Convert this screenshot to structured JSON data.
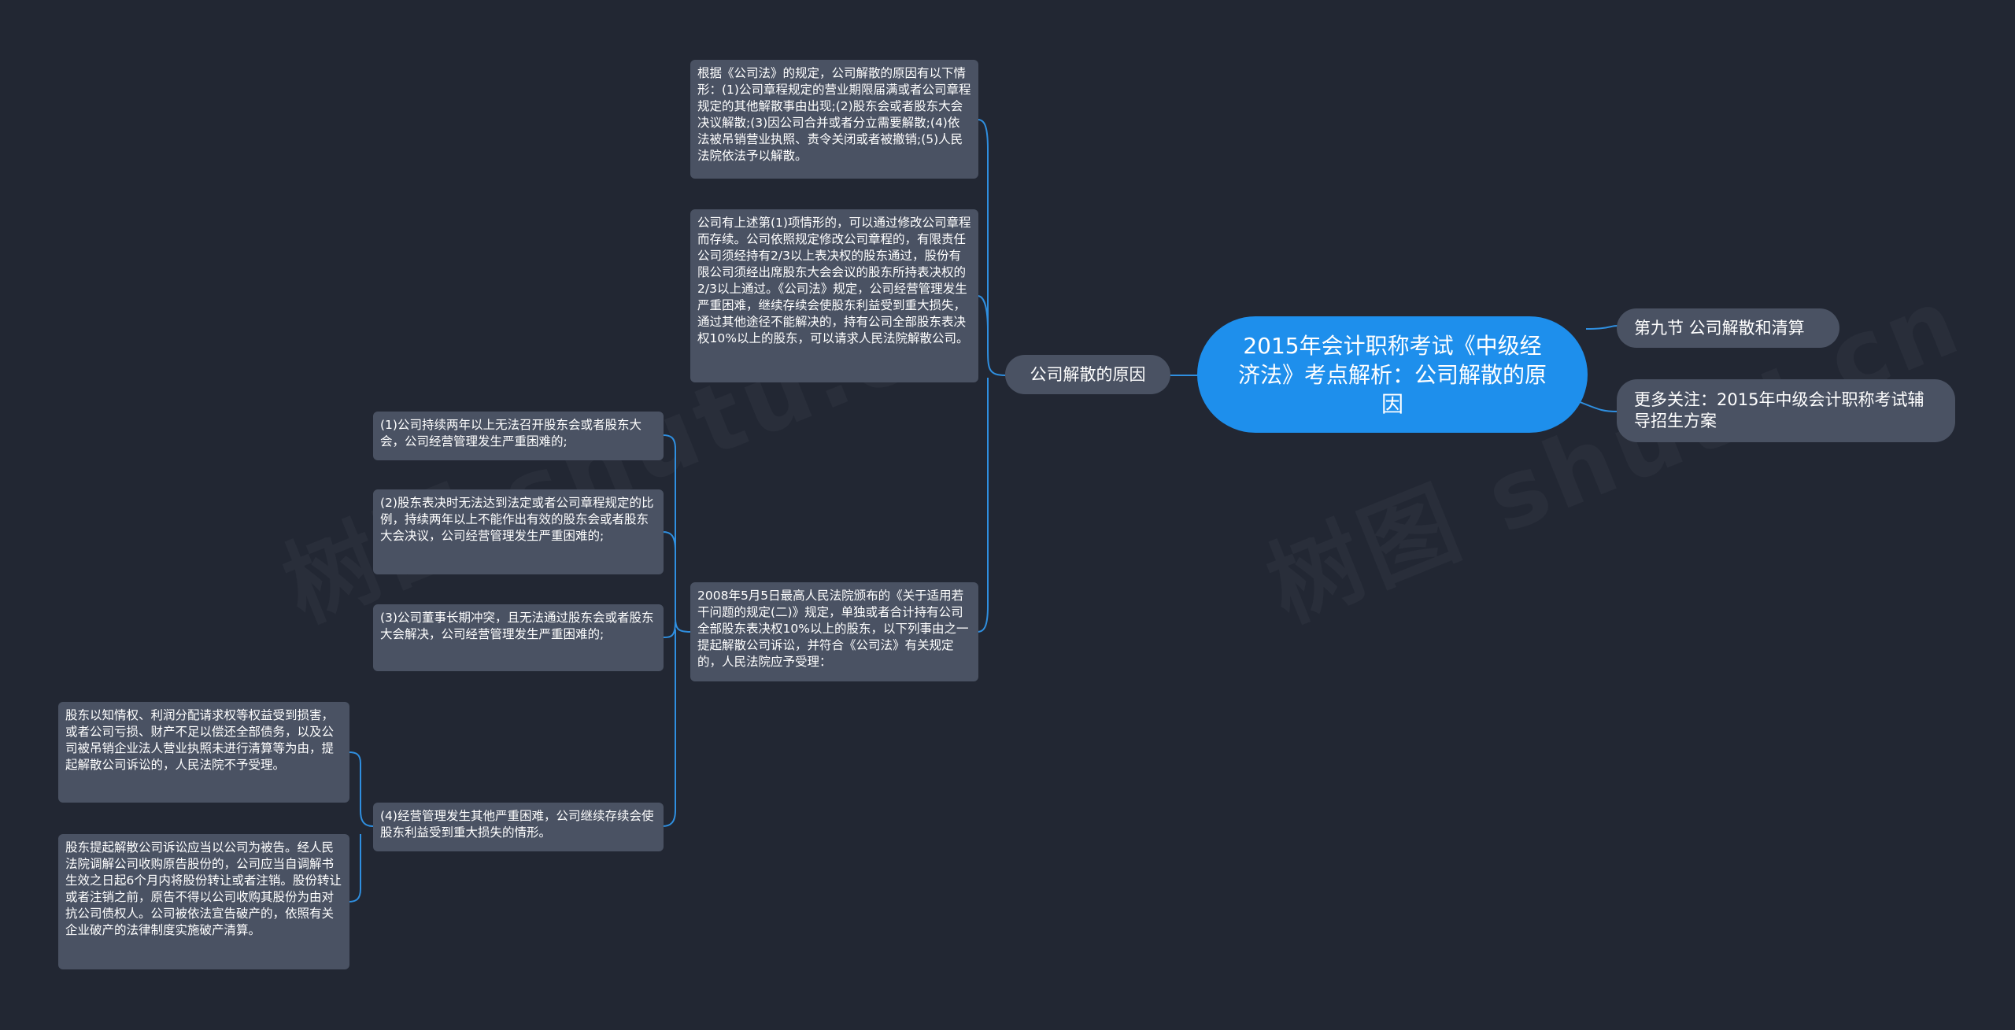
{
  "colors": {
    "background": "#222733",
    "root": "#1e8fec",
    "node": "#4a5263",
    "link": "#2f8fe0",
    "text": "#ffffff"
  },
  "mindmap": {
    "root": "2015年会计职称考试《中级经济法》考点解析：公司解散的原因",
    "right": [
      "第九节 公司解散和清算",
      "更多关注：2015年中级会计职称考试辅导招生方案"
    ],
    "branch": "公司解散的原因",
    "branch_children": [
      "根据《公司法》的规定，公司解散的原因有以下情形：(1)公司章程规定的营业期限届满或者公司章程规定的其他解散事由出现;(2)股东会或者股东大会决议解散;(3)因公司合并或者分立需要解散;(4)依法被吊销营业执照、责令关闭或者被撤销;(5)人民法院依法予以解散。",
      "公司有上述第(1)项情形的，可以通过修改公司章程而存续。公司依照规定修改公司章程的，有限责任公司须经持有2/3以上表决权的股东通过，股份有限公司须经出席股东大会会议的股东所持表决权的2/3以上通过。《公司法》规定，公司经营管理发生严重困难，继续存续会使股东利益受到重大损失，通过其他途径不能解决的，持有公司全部股东表决权10%以上的股东，可以请求人民法院解散公司。",
      "2008年5月5日最高人民法院颁布的《关于适用若干问题的规定(二)》规定，单独或者合计持有公司全部股东表决权10%以上的股东，以下列事由之一提起解散公司诉讼，并符合《公司法》有关规定的，人民法院应予受理："
    ],
    "sub_children": [
      "(1)公司持续两年以上无法召开股东会或者股东大会，公司经营管理发生严重困难的;",
      "(2)股东表决时无法达到法定或者公司章程规定的比例，持续两年以上不能作出有效的股东会或者股东大会决议，公司经营管理发生严重困难的;",
      "(3)公司董事长期冲突，且无法通过股东会或者股东大会解决，公司经营管理发生严重困难的;",
      "(4)经营管理发生其他严重困难，公司继续存续会使股东利益受到重大损失的情形。"
    ],
    "deep_children": [
      "股东以知情权、利润分配请求权等权益受到损害，或者公司亏损、财产不足以偿还全部债务，以及公司被吊销企业法人营业执照未进行清算等为由，提起解散公司诉讼的，人民法院不予受理。",
      "股东提起解散公司诉讼应当以公司为被告。经人民法院调解公司收购原告股份的，公司应当自调解书生效之日起6个月内将股份转让或者注销。股份转让或者注销之前，原告不得以公司收购其股份为由对抗公司债权人。公司被依法宣告破产的，依照有关企业破产的法律制度实施破产清算。"
    ]
  }
}
